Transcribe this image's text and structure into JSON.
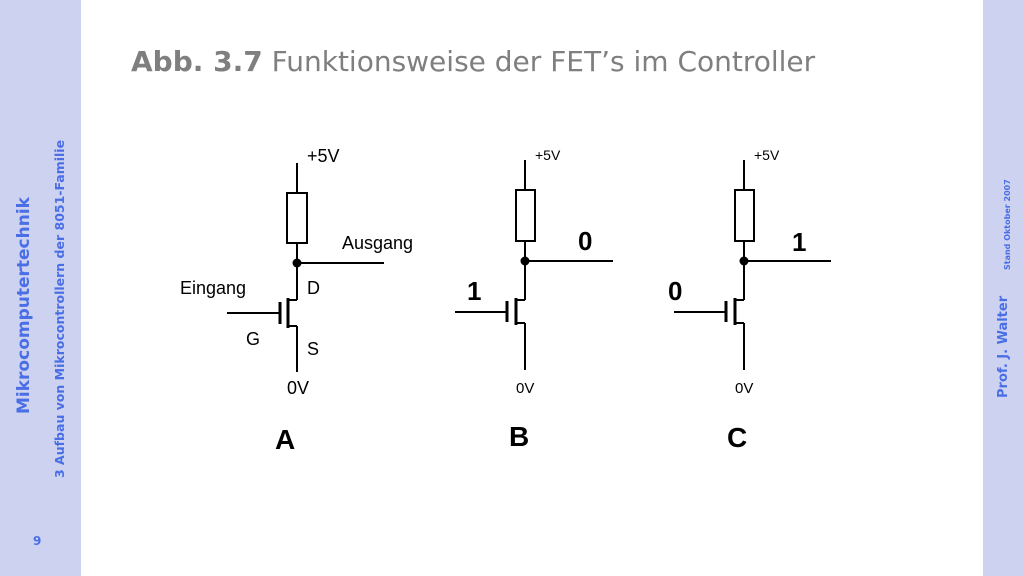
{
  "sidebar": {
    "course": "Mikrocomputertechnik",
    "chapter": "3 Aufbau von Mikrocontrollern der 8051-Familie",
    "page": "9"
  },
  "right_sidebar": {
    "author": "Prof. J. Walter",
    "stand": "Stand Oktober 2007"
  },
  "title": {
    "figure": "Abb. 3.7",
    "text": "Funktionsweise der FET’s im Controller"
  },
  "circuits": {
    "a": {
      "supply": "+5V",
      "output_label": "Ausgang",
      "input_label": "Eingang",
      "drain": "D",
      "gate": "G",
      "source": "S",
      "ground": "0V",
      "name": "A"
    },
    "b": {
      "supply": "+5V",
      "input_value": "1",
      "output_value": "0",
      "ground": "0V",
      "name": "B"
    },
    "c": {
      "supply": "+5V",
      "input_value": "0",
      "output_value": "1",
      "ground": "0V",
      "name": "C"
    }
  }
}
